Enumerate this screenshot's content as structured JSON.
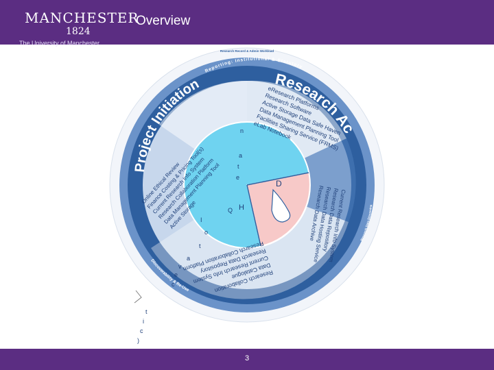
{
  "header": {
    "logo_name": "MANCHESTER",
    "logo_year": "1824",
    "logo_subtitle": "The University of Manchester",
    "title": "Overview"
  },
  "diagram": {
    "top_caption": "Research Record & Admin Workload",
    "outer_ring_label": "Reporting: Institutional & Statutory",
    "segments": {
      "research_activity": {
        "title": "Research Activity",
        "items": [
          "eResearch Platforms",
          "Research Software",
          "Active Storage Data Safe Haven",
          "Data Management Planning Tool",
          "Facilities Sharing Service (FRMS)",
          "eLab Notebook"
        ]
      },
      "project_initiation": {
        "title": "Project Initiation",
        "items": [
          "Online Ethical Review",
          "Finance Costing & Pricing Tool(s)",
          "Current Research Info System",
          "Research Collaboration Platform",
          "Data Management Planning Tool",
          "Active Storage"
        ]
      },
      "discoverability": {
        "title": "Discoverability & Re-Use",
        "items": [
          "Research Collaboration",
          "Data Catalogue",
          "Current Research Info System",
          "Research Data Repository",
          "Research Collaboration Platform"
        ]
      },
      "dissemination": {
        "title": "Research Data Dissemination",
        "items": [
          "Current Research Info System",
          "Research Data Repository",
          "Research Data Hosting Service",
          "Research Data Archive"
        ]
      }
    },
    "stray_letters_left": [
      "n",
      "a",
      "t",
      "e",
      "Q",
      "I",
      "o",
      "t",
      "a",
      "v",
      "e",
      "c"
    ],
    "stray_letters_bottom": [
      "t",
      "i",
      "c",
      ")"
    ],
    "center_label": "D",
    "center_mark": "H"
  },
  "footer": {
    "page_number": "3"
  },
  "colors": {
    "brand": "#5b2d82",
    "ring_dark": "#2e5f9f",
    "ring_mid": "#4a79b9",
    "ring_light": "#c7d7ec",
    "hub": "#6fd3f0",
    "hub_pink": "#f7c9c8"
  }
}
